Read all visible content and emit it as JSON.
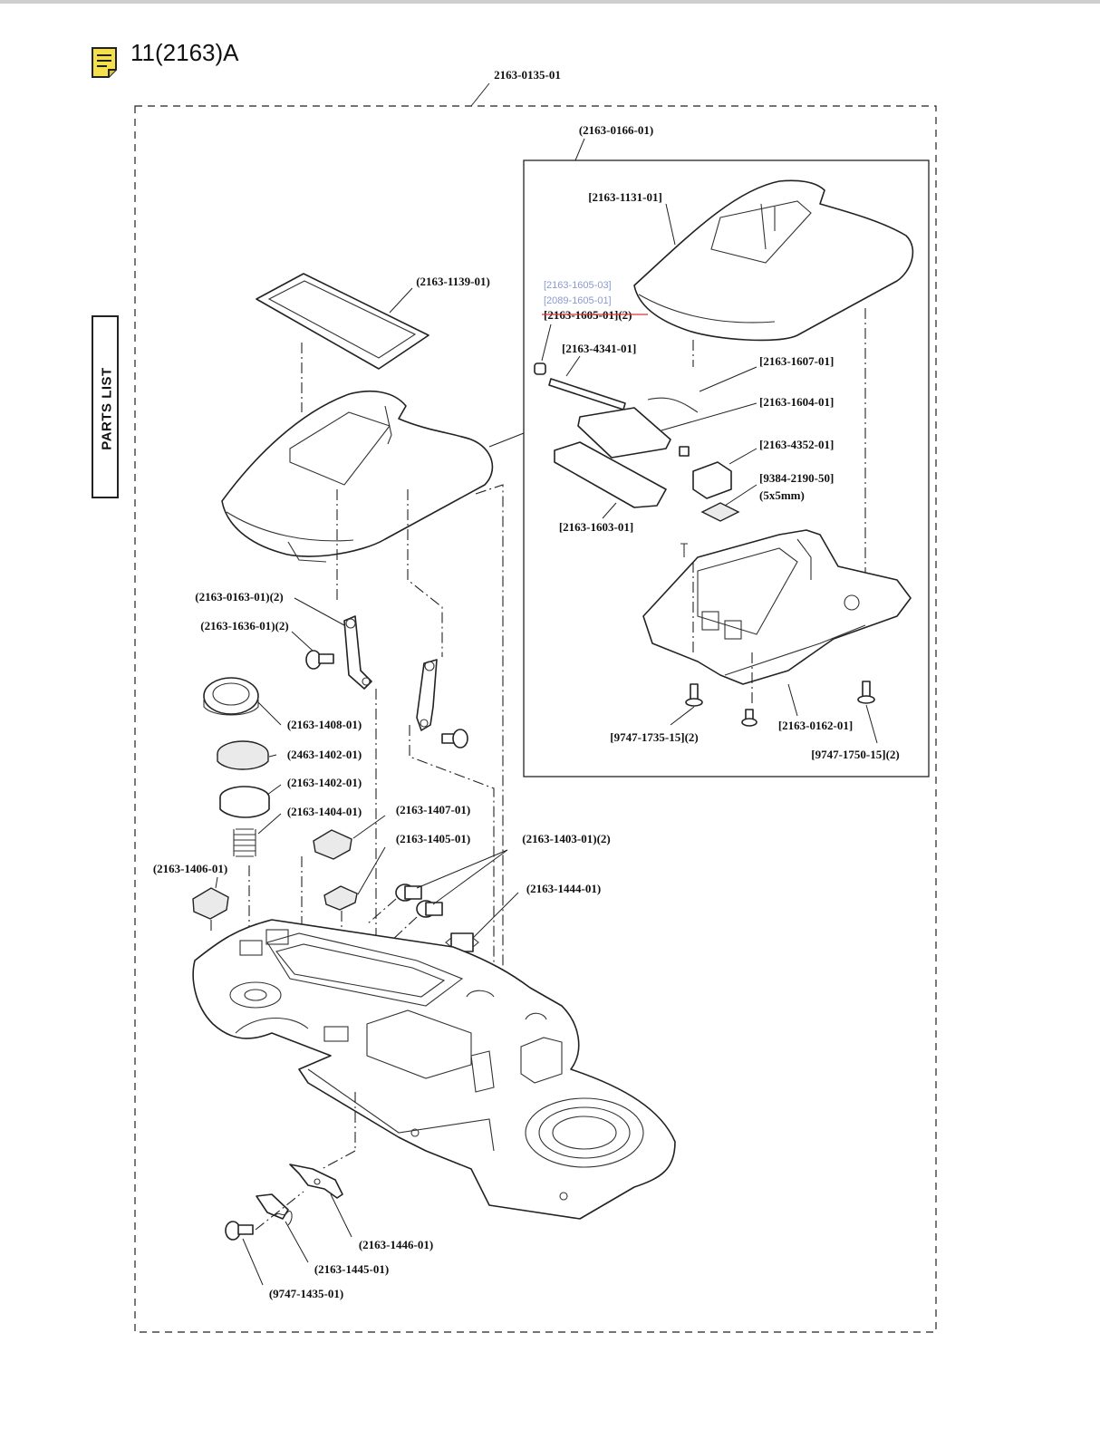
{
  "header": {
    "title": "11(2163)A",
    "icon": "note-icon"
  },
  "side_tab": {
    "label": "PARTS LIST"
  },
  "assembly": {
    "label": "2163-0135-01"
  },
  "subassembly": {
    "label": "(2163-0166-01)"
  },
  "parts": {
    "p_1131": "[2163-1131-01]",
    "p_1139": "(2163-1139-01)",
    "p_1605_a": "[2163-1605-03]",
    "p_1605_b": "[2089-1605-01]",
    "p_1605_old": "[2163-1605-01](2)",
    "p_4341": "[2163-4341-01]",
    "p_1607": "[2163-1607-01]",
    "p_1604": "[2163-1604-01]",
    "p_4352": "[2163-4352-01]",
    "p_9384": "[9384-2190-50]",
    "p_9384_size": "(5x5mm)",
    "p_1603": "[2163-1603-01]",
    "p_0163": "(2163-0163-01)(2)",
    "p_1636": "(2163-1636-01)(2)",
    "p_1408": "(2163-1408-01)",
    "p_2463": "(2463-1402-01)",
    "p_1402": "(2163-1402-01)",
    "p_1404": "(2163-1404-01)",
    "p_1407": "(2163-1407-01)",
    "p_1405": "(2163-1405-01)",
    "p_1403": "(2163-1403-01)(2)",
    "p_1406": "(2163-1406-01)",
    "p_1444": "(2163-1444-01)",
    "p_9747_1735": "[9747-1735-15](2)",
    "p_0162": "[2163-0162-01]",
    "p_9747_1750": "[9747-1750-15](2)",
    "p_1446": "(2163-1446-01)",
    "p_1445": "(2163-1445-01)",
    "p_9747_1435": "(9747-1435-01)"
  }
}
